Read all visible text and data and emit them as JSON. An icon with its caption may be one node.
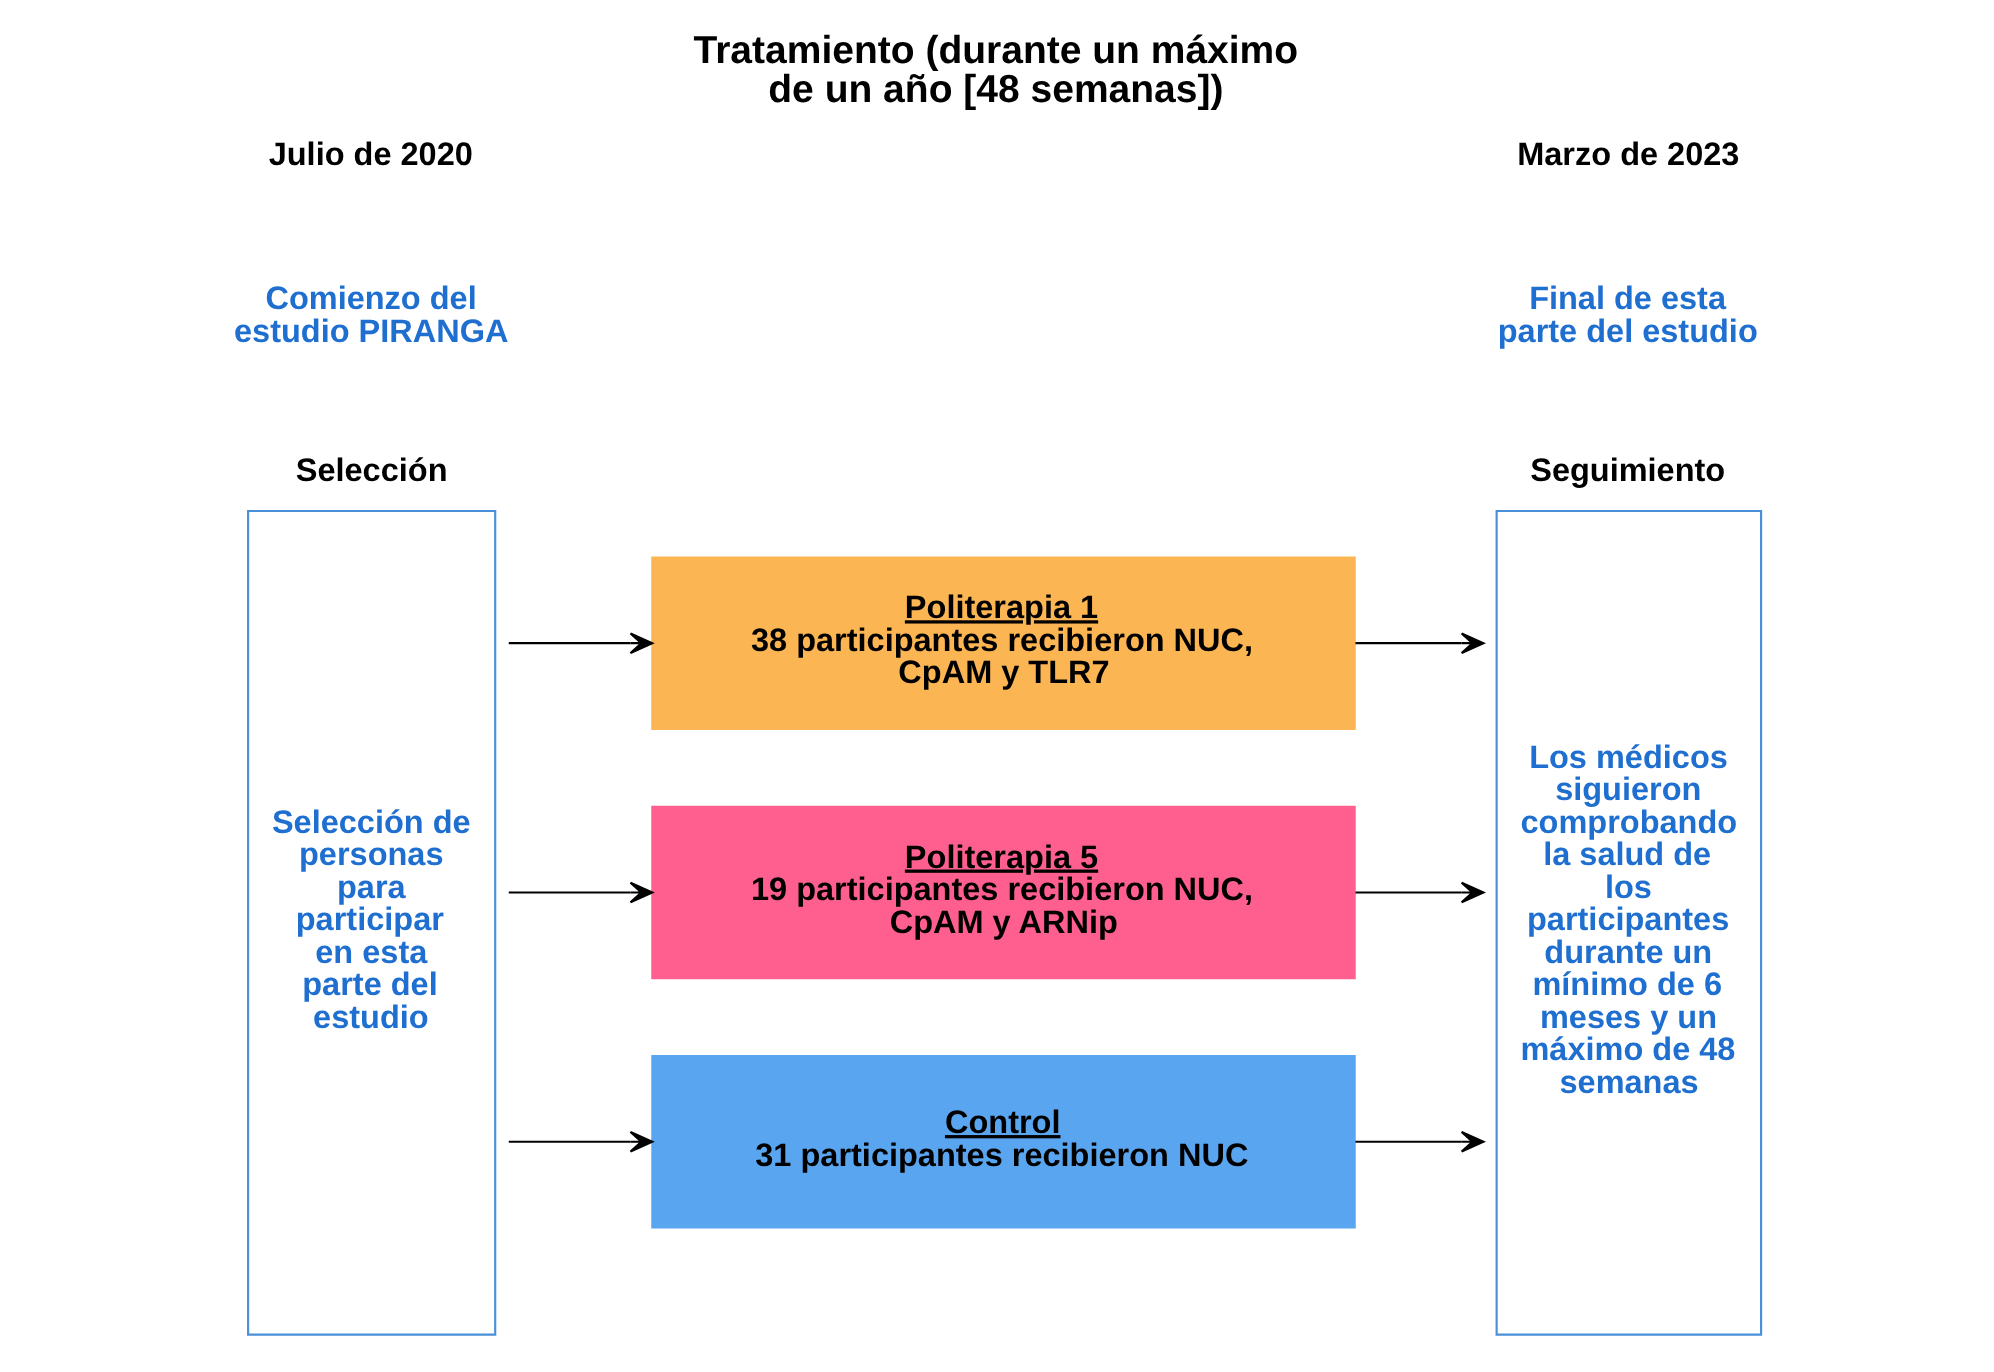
{
  "diagram": {
    "title": "Tratamiento (durante un máximo de un año [48 semanas])",
    "nodes": [
      {
        "text": [
          "Selección",
          "Selección de personas para participar en esta parte del estudio"
        ]
      },
      {
        "text": [
          "Politerapia 1",
          "38 participantes recibieron NUC, CpAM y TLR7"
        ]
      },
      {
        "text": [
          "Politerapia 5",
          "19 participantes recibieron NUC, CpAM y ARNip"
        ]
      },
      {
        "text": [
          "Control",
          "31 participantes recibieron NUC"
        ]
      },
      {
        "text": [
          "Seguimiento",
          "Los médicos siguieron comprobando la salud de los participantes durante un mínimo de 6 meses y un máximo de 48 semanas"
        ]
      }
    ],
    "edges": [
      {
        "from": 0,
        "to": 1,
        "arrow": "to"
      },
      {
        "from": 0,
        "to": 2,
        "arrow": "to"
      },
      {
        "from": 0,
        "to": 3,
        "arrow": "to"
      },
      {
        "from": 1,
        "to": 4,
        "arrow": "to"
      },
      {
        "from": 2,
        "to": 4,
        "arrow": "to"
      },
      {
        "from": 3,
        "to": 4,
        "arrow": "to"
      }
    ],
    "labels": [
      "Julio de 2020",
      "Comienzo del estudio PIRANGA",
      "Marzo de 2023",
      "Final de esta parte del estudio"
    ]
  }
}
